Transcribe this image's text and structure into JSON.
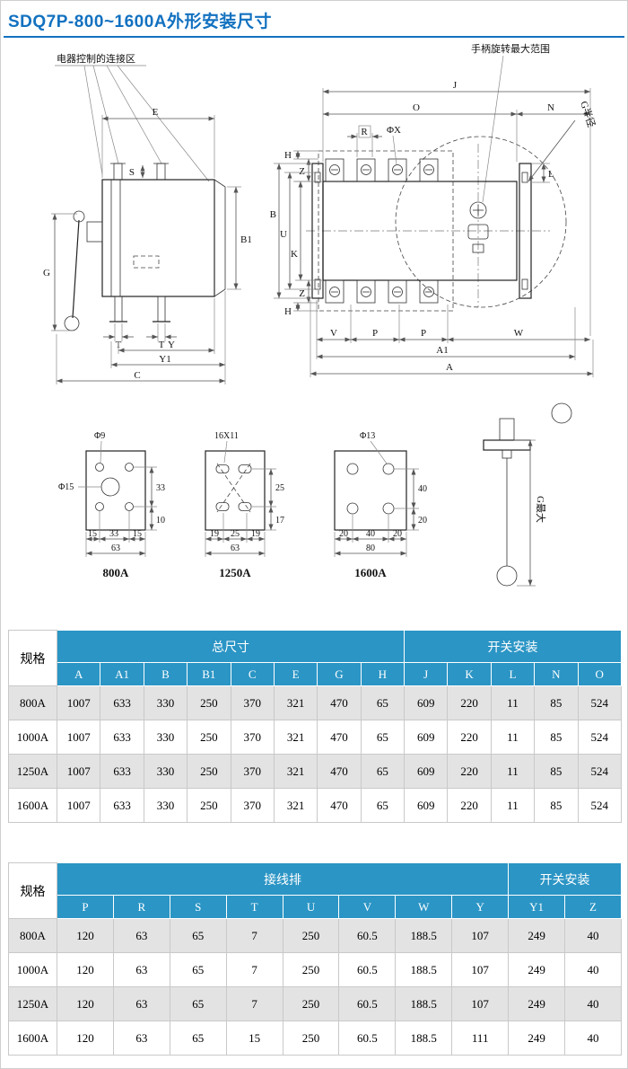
{
  "page": {
    "title": "SDQ7P-800~1600A外形安装尺寸"
  },
  "drawing": {
    "labels": {
      "connection_area": "电器控制的连接区",
      "handle_range": "手柄旋转最大范围",
      "g_radius": "G半径",
      "g_max": "G最大",
      "phi_x": "ΦX"
    },
    "side_dims": {
      "E": "E",
      "S": "S",
      "B1": "B1",
      "G": "G",
      "T": "T",
      "Y": "Y",
      "Y1": "Y1",
      "C": "C"
    },
    "front_dims": {
      "J": "J",
      "O": "O",
      "N": "N",
      "R": "R",
      "H": "H",
      "Z": "Z",
      "B": "B",
      "U": "U",
      "K": "K",
      "L": "L",
      "V": "V",
      "P": "P",
      "W": "W",
      "A1": "A1",
      "A": "A"
    },
    "holes": [
      {
        "caption": "800A",
        "hole_label": "Φ9",
        "center_label": "Φ15",
        "w1": "15",
        "w2": "33",
        "w3": "15",
        "w_total": "63",
        "h1": "33",
        "h2": "10"
      },
      {
        "caption": "1250A",
        "hole_label": "16X11",
        "w1": "19",
        "w2": "25",
        "w3": "19",
        "w_total": "63",
        "h1": "25",
        "h2": "17"
      },
      {
        "caption": "1600A",
        "hole_label": "Φ13",
        "w1": "20",
        "w2": "40",
        "w3": "20",
        "w_total": "80",
        "h1": "40",
        "h2": "20"
      }
    ]
  },
  "tables": [
    {
      "spec_header": "规格",
      "groups": [
        {
          "label": "总尺寸"
        },
        {
          "label": "开关安装"
        }
      ],
      "columns": [
        "A",
        "A1",
        "B",
        "B1",
        "C",
        "E",
        "G",
        "H",
        "J",
        "K",
        "L",
        "N",
        "O"
      ],
      "rows": [
        {
          "spec": "800A",
          "values": [
            "1007",
            "633",
            "330",
            "250",
            "370",
            "321",
            "470",
            "65",
            "609",
            "220",
            "11",
            "85",
            "524"
          ]
        },
        {
          "spec": "1000A",
          "values": [
            "1007",
            "633",
            "330",
            "250",
            "370",
            "321",
            "470",
            "65",
            "609",
            "220",
            "11",
            "85",
            "524"
          ]
        },
        {
          "spec": "1250A",
          "values": [
            "1007",
            "633",
            "330",
            "250",
            "370",
            "321",
            "470",
            "65",
            "609",
            "220",
            "11",
            "85",
            "524"
          ]
        },
        {
          "spec": "1600A",
          "values": [
            "1007",
            "633",
            "330",
            "250",
            "370",
            "321",
            "470",
            "65",
            "609",
            "220",
            "11",
            "85",
            "524"
          ]
        }
      ]
    },
    {
      "spec_header": "规格",
      "groups": [
        {
          "label": "接线排"
        },
        {
          "label": "开关安装"
        }
      ],
      "columns": [
        "P",
        "R",
        "S",
        "T",
        "U",
        "V",
        "W",
        "Y",
        "Y1",
        "Z"
      ],
      "rows": [
        {
          "spec": "800A",
          "values": [
            "120",
            "63",
            "65",
            "7",
            "250",
            "60.5",
            "188.5",
            "107",
            "249",
            "40"
          ]
        },
        {
          "spec": "1000A",
          "values": [
            "120",
            "63",
            "65",
            "7",
            "250",
            "60.5",
            "188.5",
            "107",
            "249",
            "40"
          ]
        },
        {
          "spec": "1250A",
          "values": [
            "120",
            "63",
            "65",
            "7",
            "250",
            "60.5",
            "188.5",
            "107",
            "249",
            "40"
          ]
        },
        {
          "spec": "1600A",
          "values": [
            "120",
            "63",
            "65",
            "15",
            "250",
            "60.5",
            "188.5",
            "111",
            "249",
            "40"
          ]
        }
      ]
    }
  ]
}
